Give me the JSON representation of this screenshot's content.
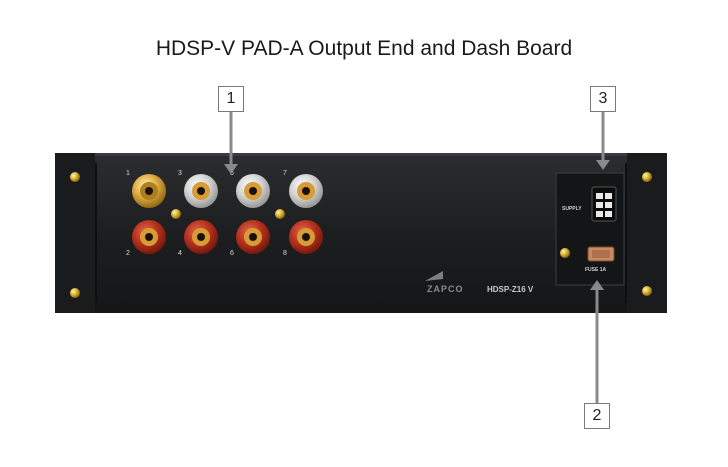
{
  "title": "HDSP-V PAD-A Output End and Dash Board",
  "callouts": [
    {
      "number": "1"
    },
    {
      "number": "2"
    },
    {
      "number": "3"
    }
  ],
  "device": {
    "channel_labels_top": [
      "1",
      "3",
      "5",
      "7"
    ],
    "channel_labels_bottom": [
      "2",
      "4",
      "6",
      "8"
    ],
    "supply_label": "SUPPLY",
    "fuse_label": "FUSE 1A",
    "brand_text": "ZAPCO",
    "model_text": "HDSP-Z16 V",
    "panel_color": "#222325",
    "rca_gold": "#d8a93a",
    "rca_silver": "#d8d8d8",
    "rca_red": "#b8321e",
    "callout_line_color": "#8a8a8a"
  }
}
